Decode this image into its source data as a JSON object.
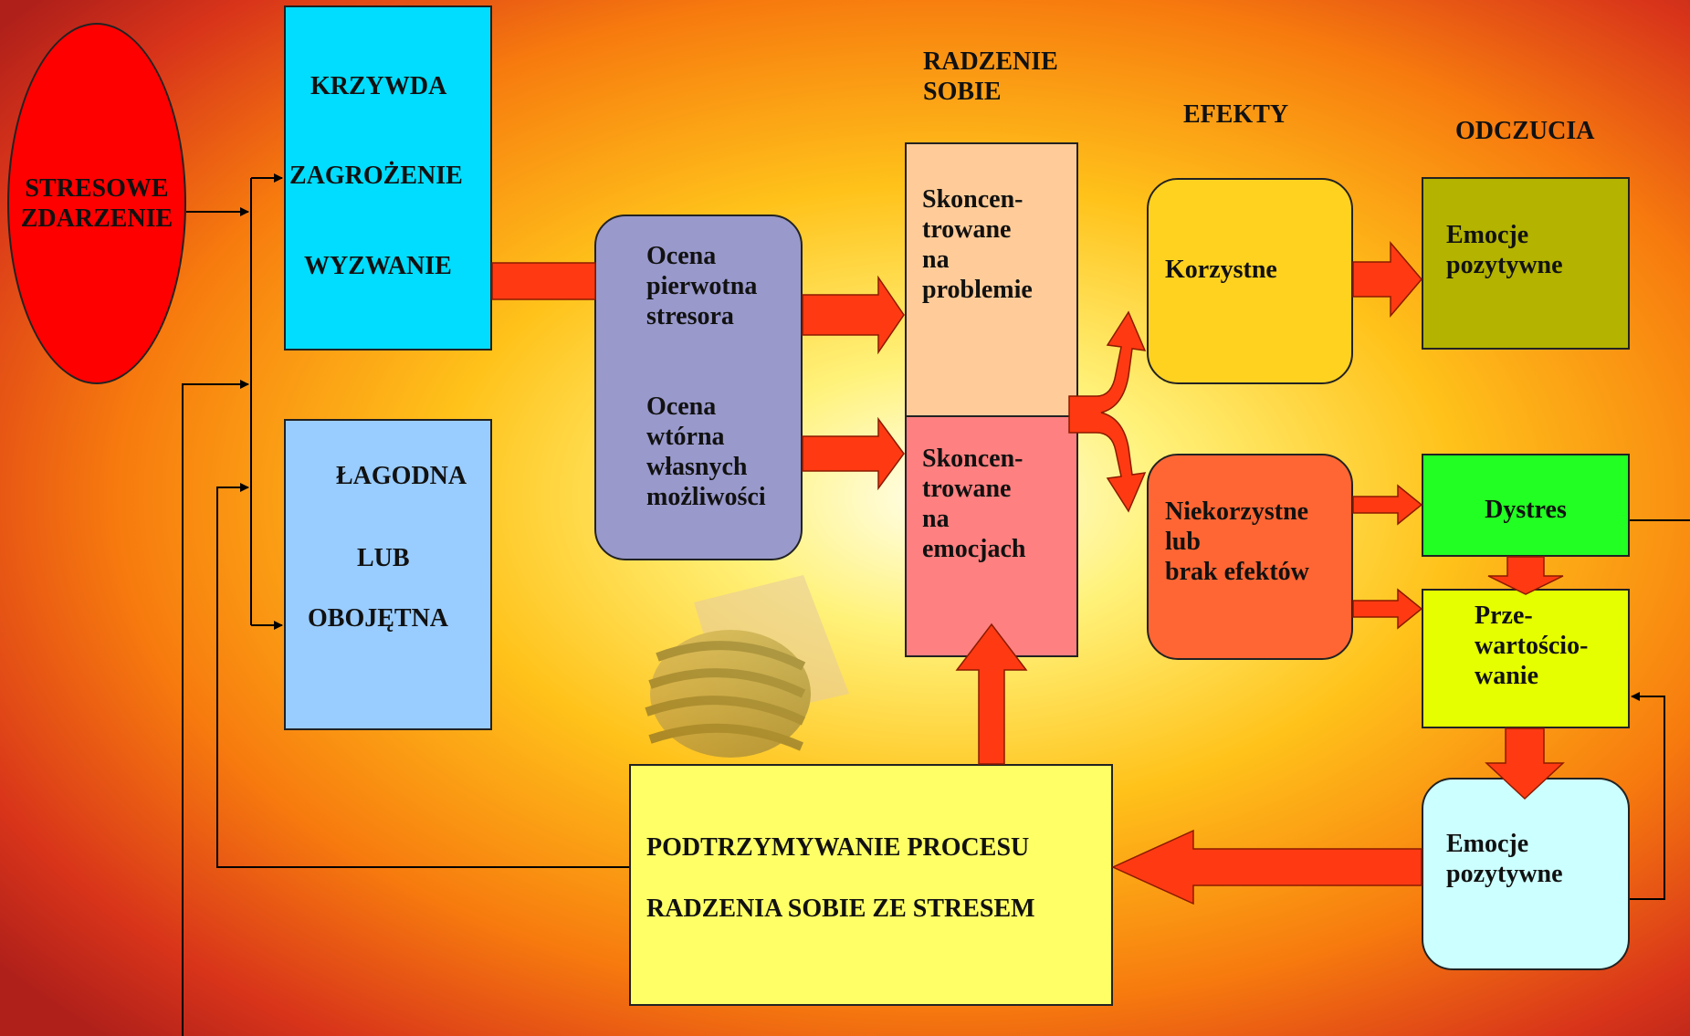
{
  "colors": {
    "arrow": "#FF3A12",
    "red_oval": "#FF0000",
    "cyan": "#00DDFF",
    "light_blue": "#99CCFF",
    "lavender": "#9999CC",
    "peach": "#FFCC99",
    "pink": "#FF8080",
    "gold": "#FFD21F",
    "orange": "#FF6633",
    "olive": "#B3B300",
    "green": "#22FF22",
    "lime": "#E5FF00",
    "pale_cyan": "#CCFFFF",
    "yellow": "#FFFF66"
  },
  "headers": {
    "coping": "RADZENIE\nSOBIE",
    "effects": "EFEKTY",
    "feelings": "ODCZUCIA"
  },
  "nodes": {
    "stressful_event": "STRESOWE\nZDARZENIE",
    "harm": "KRZYWDA",
    "threat": "ZAGROŻENIE",
    "challenge": "WYZWANIE",
    "benign_1": "ŁAGODNA",
    "benign_2": "LUB",
    "benign_3": "OBOJĘTNA",
    "appraisal_primary": "Ocena\npierwotna\nstresora",
    "appraisal_secondary": "Ocena\nwtórna\nwłasnych\nmożliwości",
    "problem_focused": "Skoncen-\ntrowane\nna\nproblemie",
    "emotion_focused": "Skoncen-\ntrowane\nna\nemocjach",
    "favorable": "Korzystne",
    "unfavorable": "Niekorzystne\nlub\nbrak  efektów",
    "positive_emotions_top": "Emocje\npozytywne",
    "distress": "Dystres",
    "reappraisal": "Prze-\nwartościo-\nwanie",
    "positive_emotions_bottom": "Emocje\npozytywne",
    "sustain_1": "PODTRZYMYWANIE PROCESU",
    "sustain_2": "RADZENIA SOBIE ZE STRESEM"
  }
}
